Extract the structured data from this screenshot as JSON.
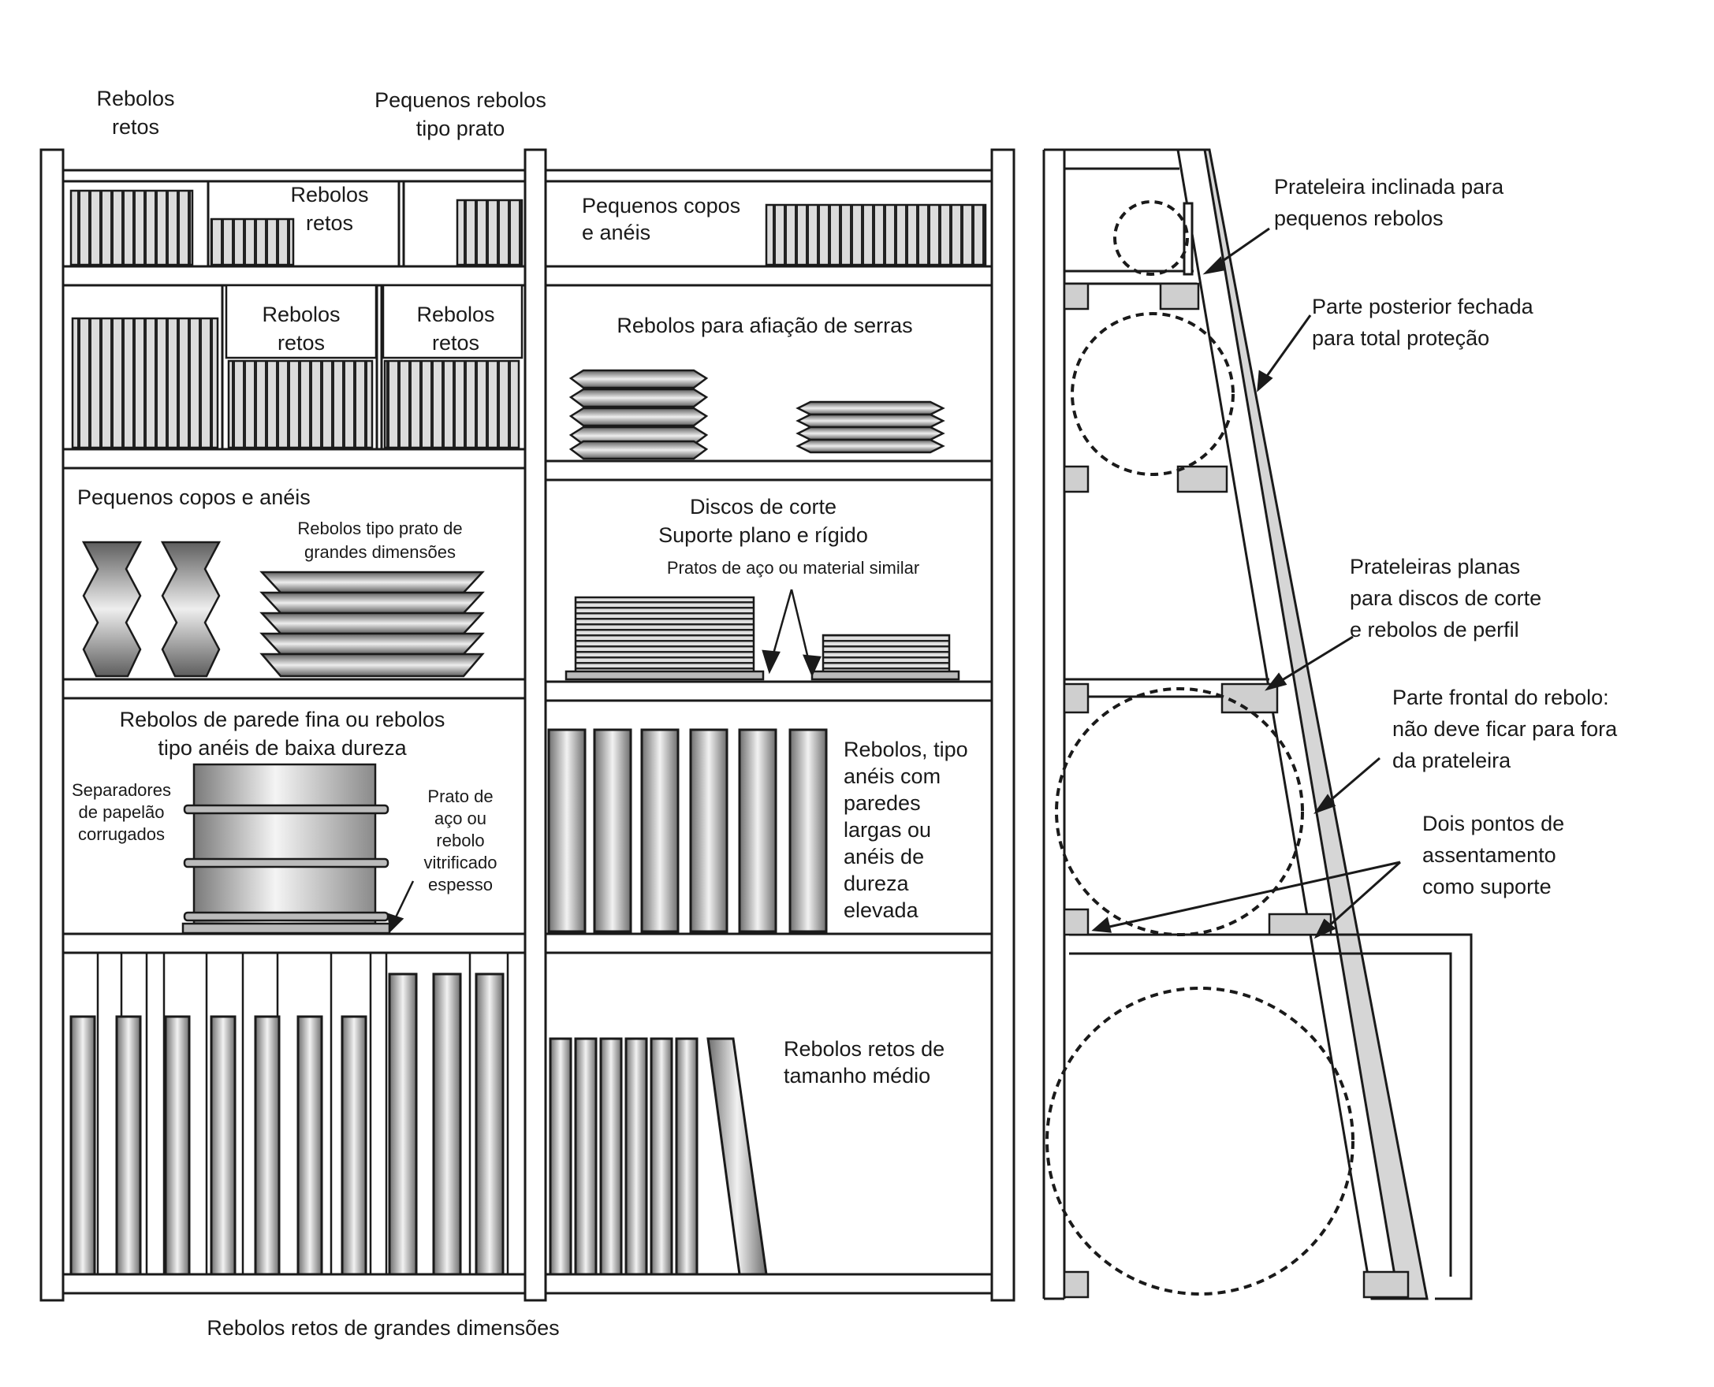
{
  "rack_front": {
    "top_labels": {
      "straight_wheels": [
        "Rebolos",
        "retos"
      ],
      "small_dish_wheels": [
        "Pequenos rebolos",
        "tipo prato"
      ]
    },
    "bottom_label": "Rebolos retos de grandes dimensões",
    "left_column": {
      "row1_straight": [
        "Rebolos",
        "retos"
      ],
      "row2_straight_a": [
        "Rebolos",
        "retos"
      ],
      "row2_straight_b": [
        "Rebolos",
        "retos"
      ],
      "row3_cups": "Pequenos copos e anéis",
      "row3_large_dish": [
        "Rebolos tipo prato de",
        "grandes dimensões"
      ],
      "row4_title": [
        "Rebolos de parede fina ou rebolos",
        "tipo anéis de baixa dureza"
      ],
      "row4_separators": [
        "Separadores",
        "de papelão",
        "corrugados"
      ],
      "row4_plate": [
        "Prato de",
        "aço ou",
        "rebolo",
        "vitrificado",
        "espesso"
      ]
    },
    "right_column": {
      "row1_cups": [
        "Pequenos copos",
        "e anéis"
      ],
      "row2_saw": "Rebolos para afiação de serras",
      "row3_discs": [
        "Discos de corte",
        "Suporte plano e rígido"
      ],
      "row3_plates": "Pratos de aço ou material similar",
      "row4_rings": [
        "Rebolos, tipo",
        "anéis com",
        "paredes",
        "largas ou",
        "anéis de",
        "dureza",
        "elevada"
      ],
      "row5_medium": [
        "Rebolos retos de",
        "tamanho médio"
      ]
    }
  },
  "rack_side": {
    "callouts": {
      "inclined_shelf": [
        "Prateleira inclinada para",
        "pequenos rebolos"
      ],
      "closed_back": [
        "Parte posterior fechada",
        "para total proteção"
      ],
      "flat_shelves": [
        "Prateleiras planas",
        "para discos de corte",
        "e rebolos de perfil"
      ],
      "wheel_front": [
        "Parte frontal do rebolo:",
        "não deve ficar para fora",
        "da prateleira"
      ],
      "two_points": [
        "Dois pontos de",
        "assentamento",
        "como suporte"
      ]
    }
  },
  "colors": {
    "line": "#1a1a1a",
    "wheel_fill_dark": "#7a7a7a",
    "wheel_fill_light": "#e6e6e6",
    "support_block": "#cfcfcf"
  }
}
